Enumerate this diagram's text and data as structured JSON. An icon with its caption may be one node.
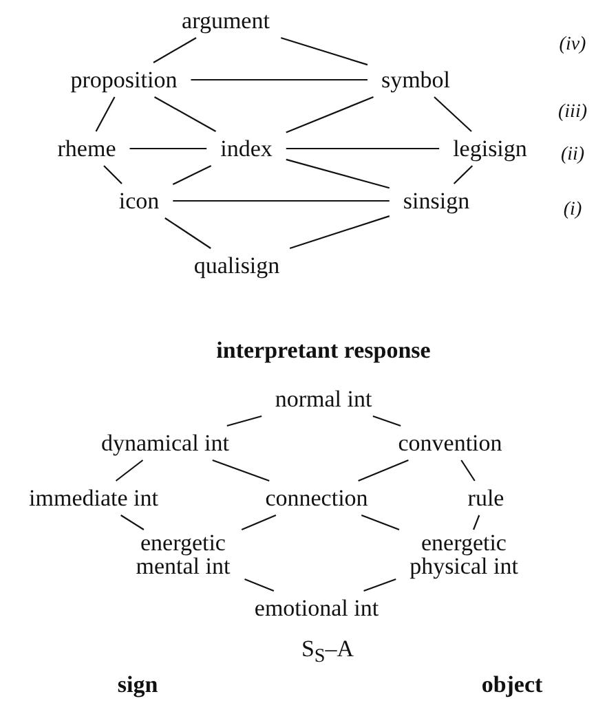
{
  "diagram": {
    "nodes": [
      {
        "text": [
          "argument"
        ]
      },
      {
        "text": [
          "proposition"
        ]
      },
      {
        "text": [
          "symbol"
        ]
      },
      {
        "text": [
          "rheme"
        ]
      },
      {
        "text": [
          "index"
        ]
      },
      {
        "text": [
          "legisign"
        ]
      },
      {
        "text": [
          "icon"
        ]
      },
      {
        "text": [
          "sinsign"
        ]
      },
      {
        "text": [
          "qualisign"
        ]
      },
      {
        "text": [
          "normal int"
        ]
      },
      {
        "text": [
          "dynamical int"
        ]
      },
      {
        "text": [
          "convention"
        ]
      },
      {
        "text": [
          "immediate int"
        ]
      },
      {
        "text": [
          "connection"
        ]
      },
      {
        "text": [
          "rule"
        ]
      },
      {
        "text": [
          "energetic mental int"
        ]
      },
      {
        "text": [
          "energetic physical int"
        ]
      },
      {
        "text": [
          "emotional int"
        ]
      }
    ],
    "edges": [
      {
        "from": 1,
        "to": 0,
        "arrow": "none"
      },
      {
        "from": 0,
        "to": 2,
        "arrow": "none"
      },
      {
        "from": 1,
        "to": 2,
        "arrow": "none"
      },
      {
        "from": 1,
        "to": 3,
        "arrow": "none"
      },
      {
        "from": 1,
        "to": 4,
        "arrow": "none"
      },
      {
        "from": 4,
        "to": 2,
        "arrow": "none"
      },
      {
        "from": 2,
        "to": 5,
        "arrow": "none"
      },
      {
        "from": 3,
        "to": 4,
        "arrow": "none"
      },
      {
        "from": 4,
        "to": 5,
        "arrow": "none"
      },
      {
        "from": 3,
        "to": 6,
        "arrow": "none"
      },
      {
        "from": 6,
        "to": 4,
        "arrow": "none"
      },
      {
        "from": 4,
        "to": 7,
        "arrow": "none"
      },
      {
        "from": 5,
        "to": 7,
        "arrow": "none"
      },
      {
        "from": 6,
        "to": 7,
        "arrow": "none"
      },
      {
        "from": 6,
        "to": 8,
        "arrow": "none"
      },
      {
        "from": 8,
        "to": 7,
        "arrow": "none"
      },
      {
        "from": 10,
        "to": 9,
        "arrow": "none"
      },
      {
        "from": 9,
        "to": 11,
        "arrow": "none"
      },
      {
        "from": 10,
        "to": 12,
        "arrow": "none"
      },
      {
        "from": 10,
        "to": 13,
        "arrow": "none"
      },
      {
        "from": 13,
        "to": 11,
        "arrow": "none"
      },
      {
        "from": 11,
        "to": 14,
        "arrow": "none"
      },
      {
        "from": 12,
        "to": 15,
        "arrow": "none"
      },
      {
        "from": 15,
        "to": 13,
        "arrow": "none"
      },
      {
        "from": 13,
        "to": 16,
        "arrow": "none"
      },
      {
        "from": 16,
        "to": 14,
        "arrow": "none"
      },
      {
        "from": 15,
        "to": 17,
        "arrow": "none"
      },
      {
        "from": 17,
        "to": 16,
        "arrow": "none"
      }
    ],
    "labels": [
      "(iv)",
      "(iii)",
      "(ii)",
      "(i)",
      "interpretant response",
      "S$_{S}$–A",
      "sign",
      "object"
    ]
  }
}
